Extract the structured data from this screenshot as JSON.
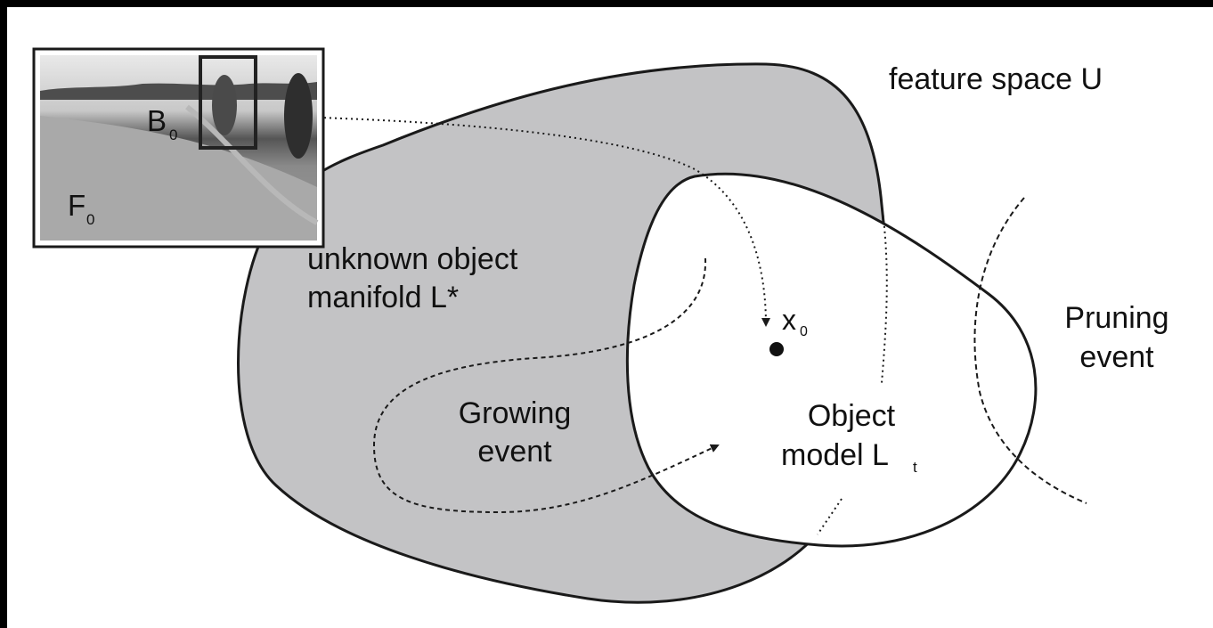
{
  "labels": {
    "feature_space": "feature space U",
    "manifold_line1": "unknown object",
    "manifold_line2": "manifold L*",
    "growing_line1": "Growing",
    "growing_line2": "event",
    "pruning_line1": "Pruning",
    "pruning_line2": "event",
    "object_line1": "Object",
    "object_line2": "model L",
    "object_sub": "t",
    "x_main": "x",
    "x_sub": "0",
    "b_main": "B",
    "b_sub": "0",
    "f_main": "F",
    "f_sub": "0"
  },
  "colors": {
    "manifold_fill": "#c3c3c5",
    "outline": "#1a1a1a",
    "background": "#ffffff",
    "frame": "#000000"
  }
}
